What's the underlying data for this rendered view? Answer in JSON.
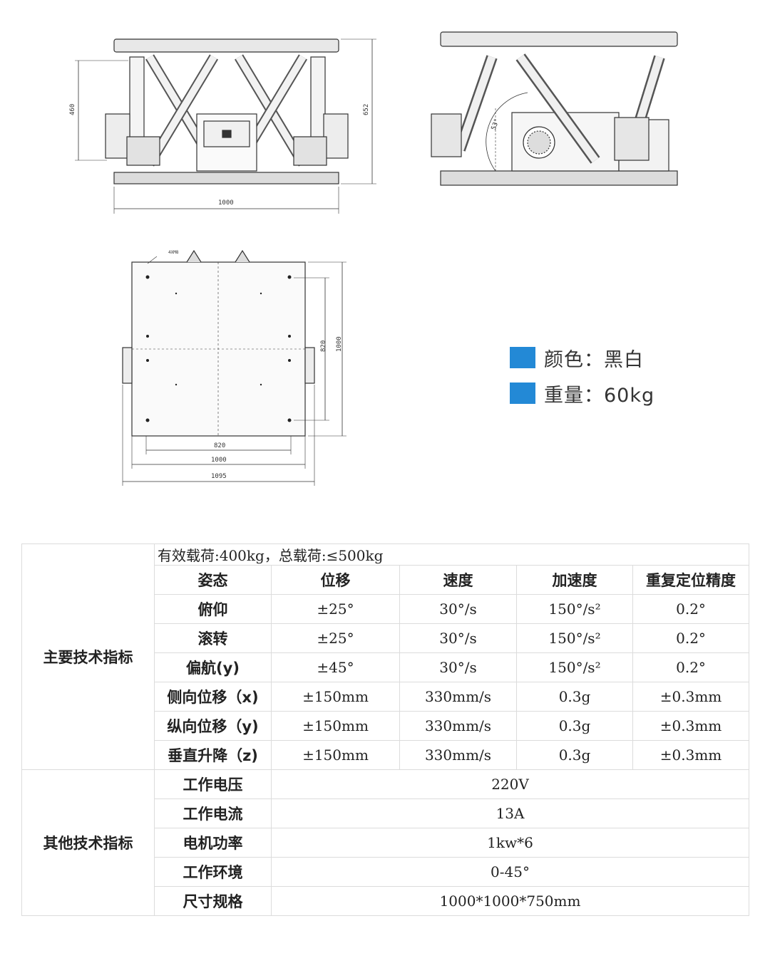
{
  "drawings": {
    "front_view": {
      "width_label": "1000",
      "height_label": "460",
      "total_height_label": "652"
    },
    "side_view": {
      "angle_label": "53°"
    },
    "top_view": {
      "hole_label": "4XM8",
      "inner_width_label": "820",
      "width_label": "1000",
      "outer_width_label": "1095",
      "inner_height_label": "820",
      "height_label": "1000"
    }
  },
  "summary": {
    "accent_color": "#2389d6",
    "items": [
      {
        "label": "颜色：黑白"
      },
      {
        "label": "重量：60kg"
      }
    ]
  },
  "specs": {
    "main_section_label": "主要技术指标",
    "payload_note": "有效载荷:400kg，总载荷:≤500kg",
    "columns": [
      "姿态",
      "位移",
      "速度",
      "加速度",
      "重复定位精度"
    ],
    "main_rows": [
      {
        "label": "俯仰",
        "values": [
          "±25°",
          "30°/s",
          "150°/s²",
          "0.2°"
        ]
      },
      {
        "label": "滚转",
        "values": [
          "±25°",
          "30°/s",
          "150°/s²",
          "0.2°"
        ]
      },
      {
        "label": "偏航(y)",
        "values": [
          "±45°",
          "30°/s",
          "150°/s²",
          "0.2°"
        ]
      },
      {
        "label": "侧向位移（x)",
        "values": [
          "±150mm",
          "330mm/s",
          "0.3g",
          "±0.3mm"
        ]
      },
      {
        "label": "纵向位移（y)",
        "values": [
          "±150mm",
          "330mm/s",
          "0.3g",
          "±0.3mm"
        ]
      },
      {
        "label": "垂直升降（z)",
        "values": [
          "±150mm",
          "330mm/s",
          "0.3g",
          "±0.3mm"
        ]
      }
    ],
    "other_section_label": "其他技术指标",
    "other_rows": [
      {
        "label": "工作电压",
        "value": "220V"
      },
      {
        "label": "工作电流",
        "value": "13A"
      },
      {
        "label": "电机功率",
        "value": "1kw*6"
      },
      {
        "label": "工作环境",
        "value": "0-45°"
      },
      {
        "label": "尺寸规格",
        "value": "1000*1000*750mm"
      }
    ]
  }
}
